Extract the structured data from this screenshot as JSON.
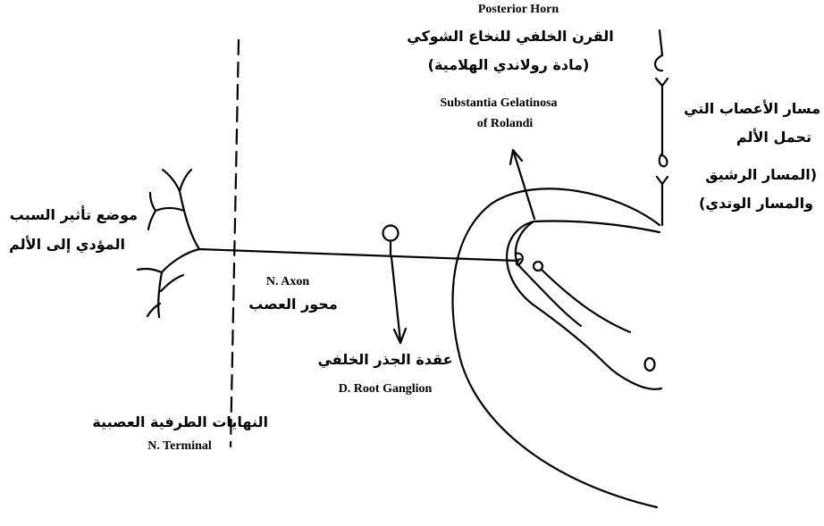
{
  "labels": {
    "posterior_horn_en": "Posterior Horn",
    "posterior_horn_ar": "القرن الخلفي للنخاع الشوكي",
    "substantia_ar": "(مادة رولاندي الهلامية)",
    "substantia_en_1": "Substantia Gelatinosa",
    "substantia_en_2": "of Rolandi",
    "pain_path_ar_1": "مسار الأعصاب التي",
    "pain_path_ar_2": "تحمل الألم",
    "pain_path_ar_3": "(المسار الرشيق",
    "pain_path_ar_4": "والمسار الوتدي)",
    "pain_site_ar_1": "موضع تأثير السبب",
    "pain_site_ar_2": "المؤدي إلى الألم",
    "axon_en": "N. Axon",
    "axon_ar": "محور العصب",
    "ganglion_ar": "عقدة الجذر الخلفي",
    "ganglion_en": "D. Root Ganglion",
    "terminal_ar": "النهايات الطرفية العصبية",
    "terminal_en": "N. Terminal"
  },
  "colors": {
    "ink": "#000000",
    "background": "#ffffff"
  }
}
